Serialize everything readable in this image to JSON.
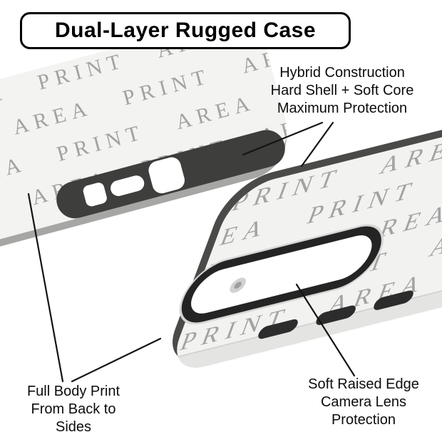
{
  "title": {
    "text": "Dual-Layer Rugged Case"
  },
  "print_pattern": {
    "words": [
      "PRINT",
      "AREA"
    ]
  },
  "annotations": {
    "hybrid_construction": {
      "lines": [
        "Hybrid Construction",
        "Hard Shell + Soft Core",
        "Maximum Protection"
      ]
    },
    "full_body_print": {
      "lines": [
        "Full Body Print",
        "From Back to",
        "Sides"
      ]
    },
    "camera_protection": {
      "lines": [
        "Soft Raised Edge",
        "Camera Lens",
        "Protection"
      ]
    }
  },
  "colors": {
    "background": "#ffffff",
    "case_surface": "#f2f2f0",
    "inner_shell_dark": "#3f3f3c",
    "camera_ring": "#242424",
    "pattern_gray": "#8f8f8f",
    "callout_line": "#141414",
    "title_border": "#000000"
  }
}
